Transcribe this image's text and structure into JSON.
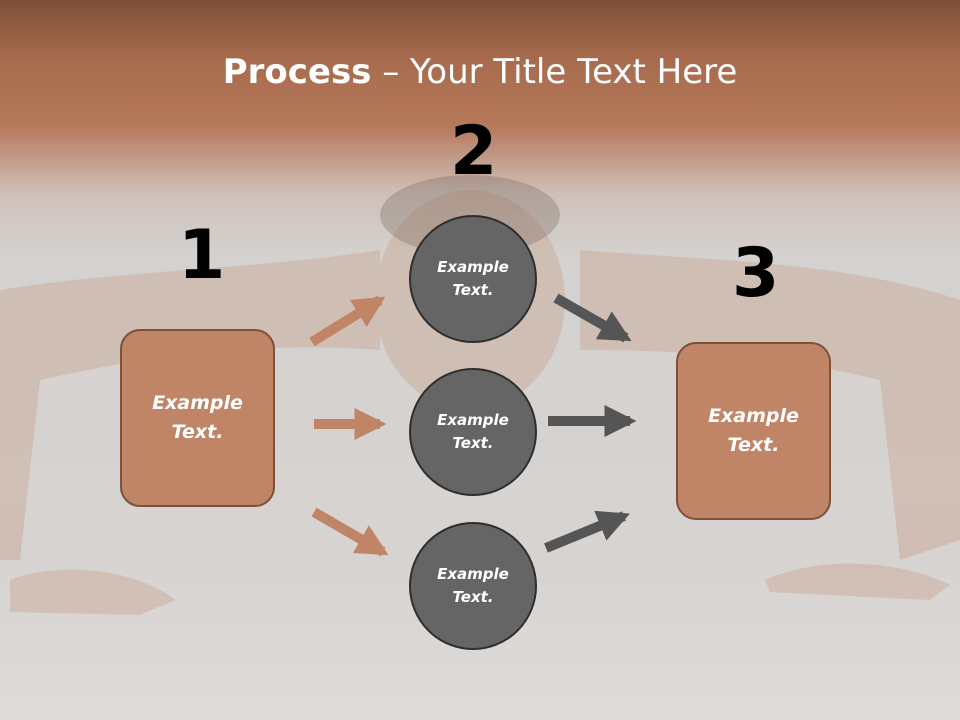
{
  "slide": {
    "title_bold": "Process",
    "title_rest": " – Your Title Text Here",
    "steps": [
      {
        "number": "1",
        "text": "Example\nText."
      },
      {
        "number": "2",
        "texts": [
          "Example\nText.",
          "Example\nText.",
          "Example\nText."
        ]
      },
      {
        "number": "3",
        "text": "Example\nText."
      }
    ],
    "colors": {
      "accent_brown": "#c08466",
      "circle_gray": "#656565",
      "arrow_brown": "#c08466",
      "arrow_gray": "#555555"
    }
  }
}
